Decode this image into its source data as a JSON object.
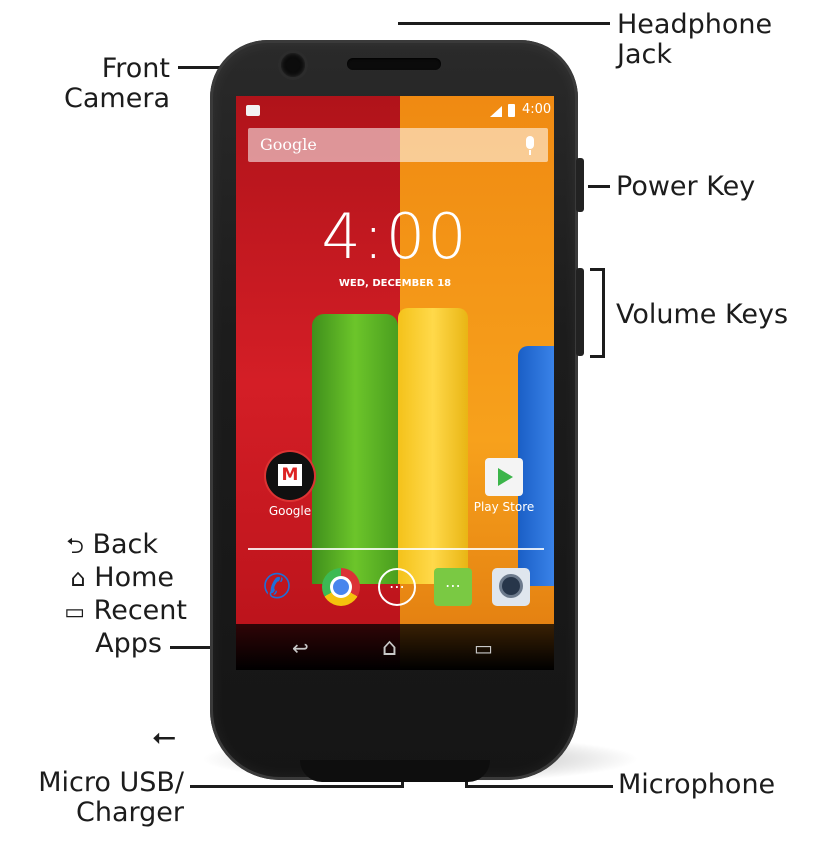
{
  "labels": {
    "headphone_jack_1": "Headphone",
    "headphone_jack_2": "Jack",
    "front_camera_1": "Front",
    "front_camera_2": "Camera",
    "power_key": "Power Key",
    "volume_keys": "Volume Keys",
    "back": "Back",
    "home": "Home",
    "recent_apps_1": "Recent",
    "recent_apps_2": "Apps",
    "usb_1": "Micro USB/",
    "usb_2": "Charger",
    "microphone": "Microphone"
  },
  "legend_glyphs": {
    "back": "⮌",
    "home": "⌂",
    "recent": "▭",
    "usb": "⭠"
  },
  "screen": {
    "status_time": "4:00",
    "search_label": "Google",
    "clock": "4:00",
    "date": "WED, DECEMBER 18",
    "apps": [
      {
        "label": "Google",
        "icon": "gmail-folder-icon"
      },
      {
        "label": "Play Store",
        "icon": "play-store-icon"
      }
    ],
    "dock": [
      "phone-icon",
      "chrome-icon",
      "apps-drawer-icon",
      "hangouts-icon",
      "camera-icon"
    ],
    "nav": {
      "back": "↩",
      "home": "⌂",
      "recent": "▭"
    }
  }
}
